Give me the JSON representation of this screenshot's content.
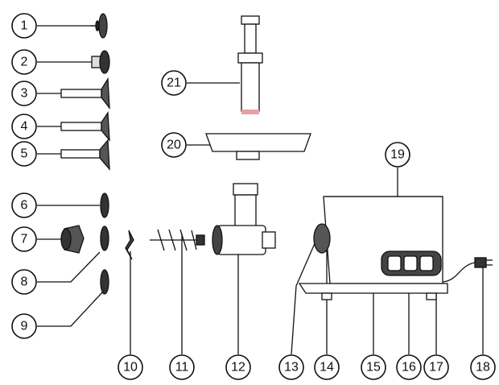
{
  "diagram": {
    "callouts": [
      {
        "id": "1",
        "label": "1"
      },
      {
        "id": "2",
        "label": "2"
      },
      {
        "id": "3",
        "label": "3"
      },
      {
        "id": "4",
        "label": "4"
      },
      {
        "id": "5",
        "label": "5"
      },
      {
        "id": "6",
        "label": "6"
      },
      {
        "id": "7",
        "label": "7"
      },
      {
        "id": "8",
        "label": "8"
      },
      {
        "id": "9",
        "label": "9"
      },
      {
        "id": "10",
        "label": "10"
      },
      {
        "id": "11",
        "label": "11"
      },
      {
        "id": "12",
        "label": "12"
      },
      {
        "id": "13",
        "label": "13"
      },
      {
        "id": "14",
        "label": "14"
      },
      {
        "id": "15",
        "label": "15"
      },
      {
        "id": "16",
        "label": "16"
      },
      {
        "id": "17",
        "label": "17"
      },
      {
        "id": "18",
        "label": "18"
      },
      {
        "id": "19",
        "label": "19"
      },
      {
        "id": "20",
        "label": "20"
      },
      {
        "id": "21",
        "label": "21"
      }
    ],
    "colors": {
      "line": "#111111",
      "fill_dark": "#222222",
      "fill_mid": "#777777",
      "fill_light": "#bdbdbd",
      "background": "#ffffff",
      "accent": "#e8a0a0"
    }
  }
}
